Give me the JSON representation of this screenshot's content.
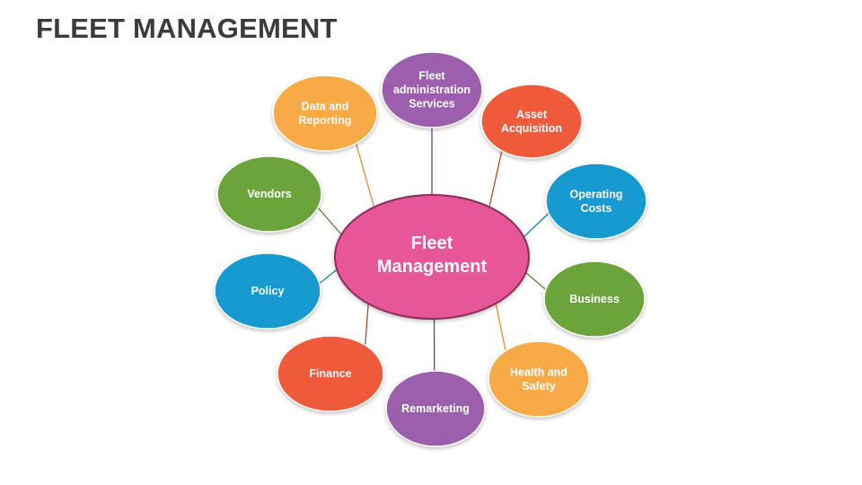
{
  "title": "FLEET MANAGEMENT",
  "center": {
    "lines": [
      "Fleet",
      "Management"
    ],
    "fill": "#e8579a",
    "stroke": "#8c2d5a"
  },
  "nodes": [
    {
      "id": "fleet-administration-services",
      "lines": [
        "Fleet",
        "administration",
        "Services"
      ],
      "color": "#9b5fae",
      "line_color": "#6f3c85"
    },
    {
      "id": "asset-acquisition",
      "lines": [
        "Asset",
        "Acquisition"
      ],
      "color": "#ef5a3a",
      "line_color": "#c0442a"
    },
    {
      "id": "operating-costs",
      "lines": [
        "Operating",
        "Costs"
      ],
      "color": "#129ad0",
      "line_color": "#0f7fae"
    },
    {
      "id": "business",
      "lines": [
        "Business"
      ],
      "color": "#6aa43a",
      "line_color": "#4f8a2a"
    },
    {
      "id": "health-and-safety",
      "lines": [
        "Health and",
        "Safety"
      ],
      "color": "#f7aa45",
      "line_color": "#e38b2a"
    },
    {
      "id": "remarketing",
      "lines": [
        "Remarketing"
      ],
      "color": "#9b5fae",
      "line_color": "#6f3c85"
    },
    {
      "id": "finance",
      "lines": [
        "Finance"
      ],
      "color": "#ef5a3a",
      "line_color": "#c0442a"
    },
    {
      "id": "policy",
      "lines": [
        "Policy"
      ],
      "color": "#129ad0",
      "line_color": "#0f7fae"
    },
    {
      "id": "vendors",
      "lines": [
        "Vendors"
      ],
      "color": "#6aa43a",
      "line_color": "#4f8a2a"
    },
    {
      "id": "data-and-reporting",
      "lines": [
        "Data and",
        "Reporting"
      ],
      "color": "#f7aa45",
      "line_color": "#e38b2a"
    }
  ]
}
